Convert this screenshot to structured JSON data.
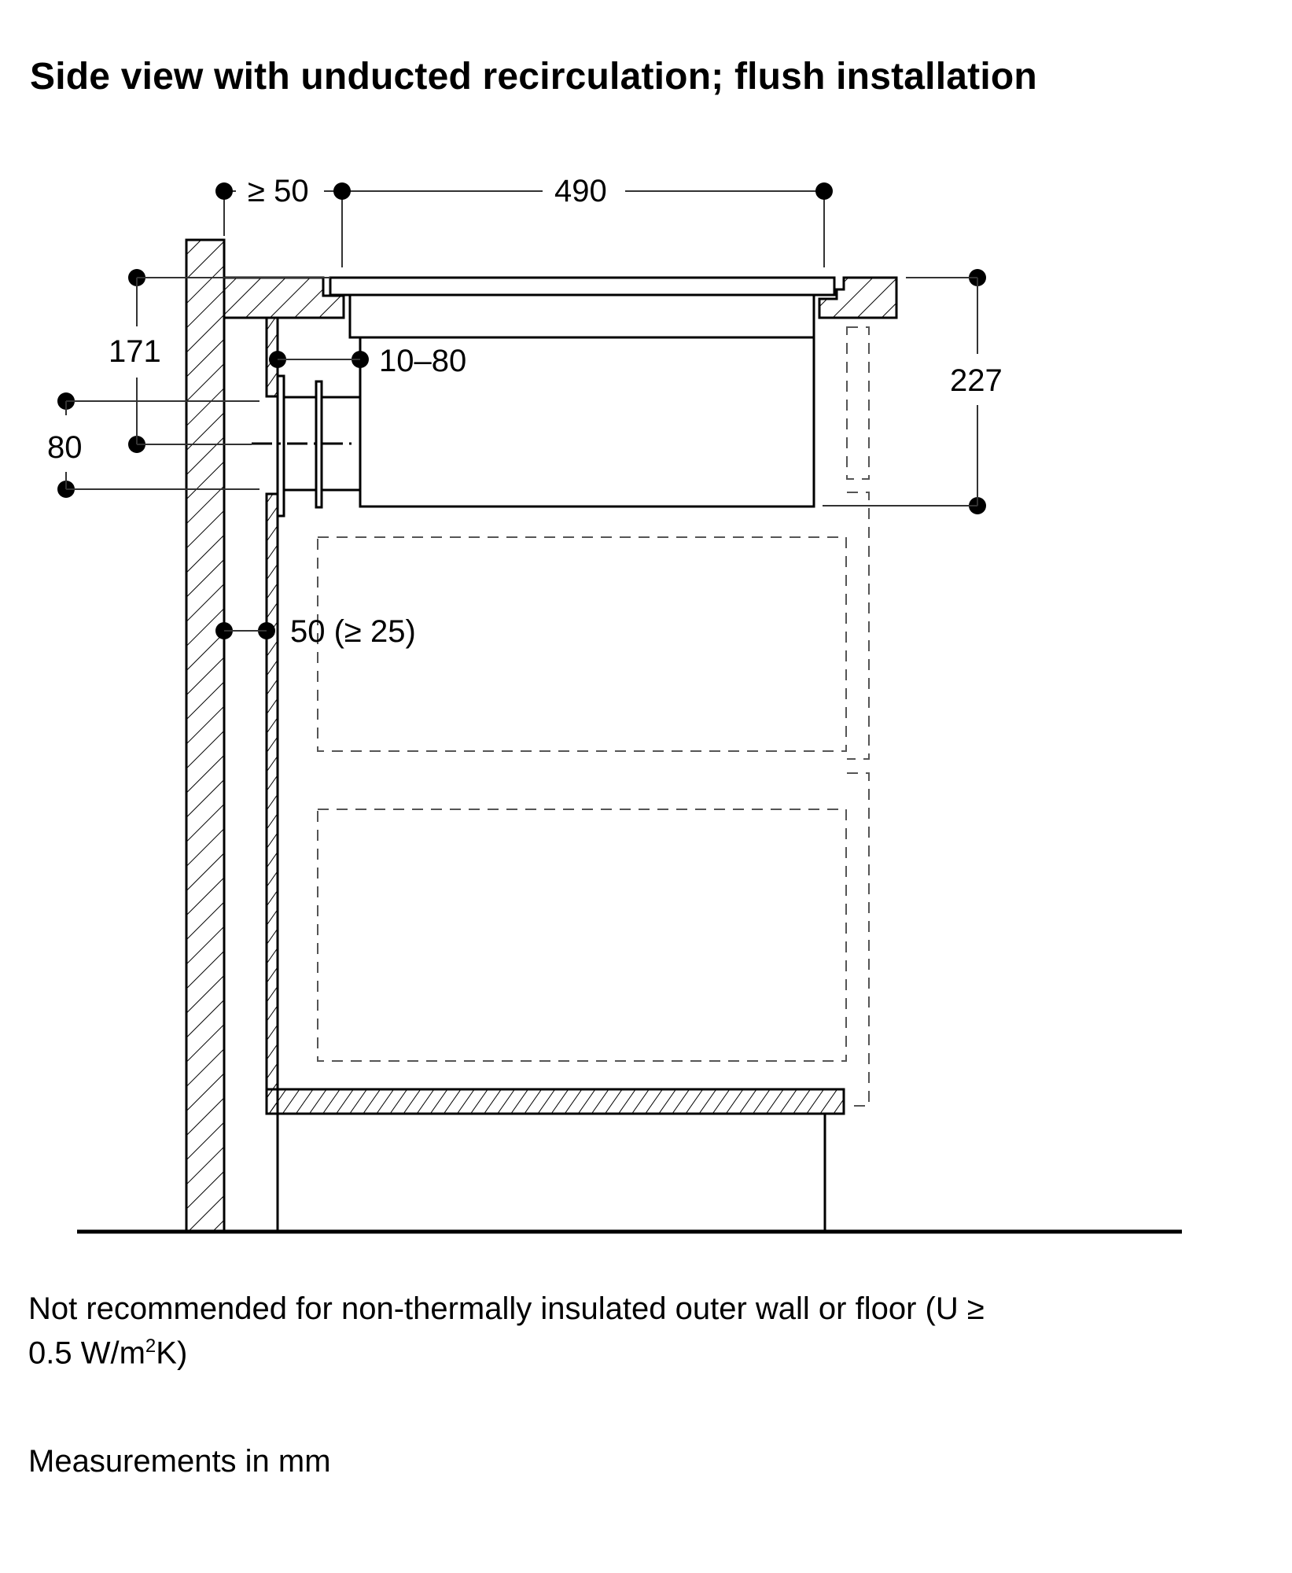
{
  "title": "Side view with unducted recirculation; flush installation",
  "dimensions": {
    "wall_clearance": "≥ 50",
    "hob_width": "490",
    "countertop_to_duct_center": "171",
    "duct_diameter": "80",
    "duct_offset": "10–80",
    "appliance_depth": "227",
    "back_panel_gap": "50 (≥ 25)"
  },
  "notes": {
    "insulation_line1": "Not recommended for non-thermally insulated outer wall or floor (U ≥",
    "insulation_line2_pre": "0.5 W/m",
    "insulation_sup": "2",
    "insulation_line2_post": "K)",
    "units": "Measurements in mm"
  },
  "colors": {
    "line": "#000000",
    "dimension_line": "#333333",
    "dashed": "#555555",
    "background": "#ffffff"
  }
}
